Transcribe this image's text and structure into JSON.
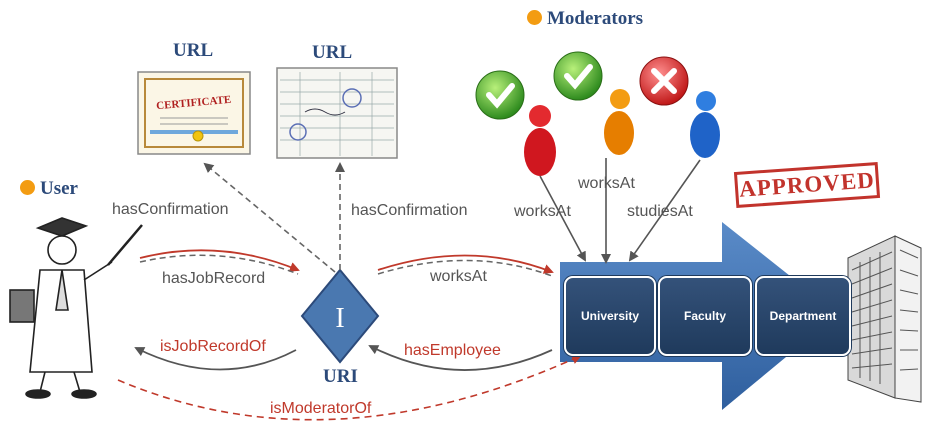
{
  "labels": {
    "moderators": "Moderators",
    "user": "User",
    "url_certificate": "URL",
    "url_record": "URL",
    "uri": "URI",
    "approved": "APPROVED",
    "certificate_text": "CERTIFICATE",
    "diamond_letter": "I"
  },
  "relations": {
    "has_confirmation_left": "hasConfirmation",
    "has_confirmation_right": "hasConfirmation",
    "has_job_record": "hasJobRecord",
    "is_job_record_of": "isJobRecordOf",
    "works_at_uri": "worksAt",
    "has_employee": "hasEmployee",
    "is_moderator_of": "isModeratorOf",
    "mod_works_at_1": "worksAt",
    "mod_works_at_2": "worksAt",
    "mod_studies_at": "studiesAt"
  },
  "org": {
    "university": "University",
    "faculty": "Faculty",
    "department": "Department"
  },
  "colors": {
    "dark_blue": "#2c4a7a",
    "orange": "#f39c12",
    "red": "#c0392b",
    "gray": "#555555",
    "diamond": "#4a78b0",
    "arrow": "#3e6fad"
  },
  "moderator_status": [
    "approved-icon",
    "approved-icon",
    "rejected-icon"
  ]
}
